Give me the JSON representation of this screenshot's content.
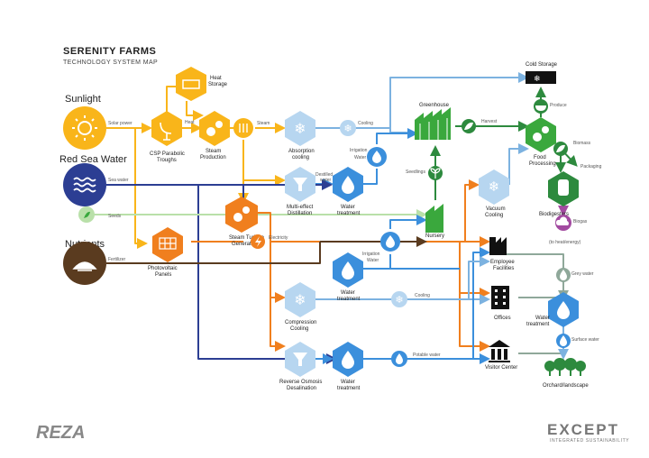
{
  "header": {
    "title": "SERENITY FARMS",
    "subtitle": "TECHNOLOGY SYSTEM MAP"
  },
  "sources": {
    "sunlight": "Sunlight",
    "red_sea_water": "Red Sea Water",
    "nutrients": "Nutrients"
  },
  "nodes": {
    "heat_storage": [
      "Heat",
      "Storage"
    ],
    "csp": [
      "CSP Parabolic",
      "Troughs"
    ],
    "steam_production": [
      "Steam",
      "Production"
    ],
    "absorption_cooling": [
      "Absorption",
      "cooling"
    ],
    "multi_effect": [
      "Multi-effect",
      "Distillation"
    ],
    "water_treatment_1": [
      "Water",
      "treatment"
    ],
    "steam_turbine": [
      "Steam Turbine",
      "Generator"
    ],
    "photovoltaic": [
      "Photovoltaic",
      "Panels"
    ],
    "greenhouse": "Greenhouse",
    "nursery": "Nursery",
    "vacuum_cooling": [
      "Vacuum",
      "Cooling"
    ],
    "cold_storage": "Cold Storage",
    "food_processing": [
      "Food",
      "Processing"
    ],
    "biodigesters": "Biodigesters",
    "water_treatment_2": [
      "Water",
      "treatment"
    ],
    "compression_cooling": [
      "Compression",
      "Cooling"
    ],
    "reverse_osmosis": [
      "Reverse Osmosis",
      "Desalination"
    ],
    "water_treatment_3": [
      "Water",
      "treatment"
    ],
    "employee_facilities": [
      "Employee",
      "Facilities"
    ],
    "offices": "Offices",
    "visitor_center": "Visitor Center",
    "water_treatment_4": [
      "Water",
      "treatment"
    ],
    "orchard": "Orchard/landscape"
  },
  "edges": {
    "solar_power": "Solar power",
    "heat": "Heat",
    "steam": "Steam",
    "cooling_1": "Cooling",
    "harvest": "Harvest",
    "produce": "Produce",
    "distilled_water": [
      "Destilled",
      "water"
    ],
    "irrigation_water_1": [
      "Irrigation",
      "Water"
    ],
    "seedlings": "Seedlings",
    "sea_water": "Sea water",
    "seeds": "Seeds",
    "electricity": "Electricity",
    "fertilizer": "Fertilizer",
    "irrigation_water_2": [
      "Irrigation",
      "Water"
    ],
    "cooling_2": "Cooling",
    "potable_water": "Potable water",
    "grey_water": "Grey water",
    "surface_water": "Surface water",
    "biomass": "Biomass",
    "packaging": "Packaging",
    "biogas": "Biogas",
    "to_heat_energy": "(to heat/energy)"
  },
  "logos": {
    "left": "REZA",
    "right": "EXCEPT",
    "right_sub": "INTEGRATED SUSTAINABILITY"
  },
  "colors": {
    "solar": "#f9b51a",
    "energy": "#f07f1e",
    "sea_water": "#2c3e93",
    "cooling": "#7cb2e0",
    "water": "#3b8fdc",
    "nutrients": "#5a3b1f",
    "plants": "#3aa83d",
    "biogas": "#a24aa0",
    "facilities": "#111111"
  }
}
